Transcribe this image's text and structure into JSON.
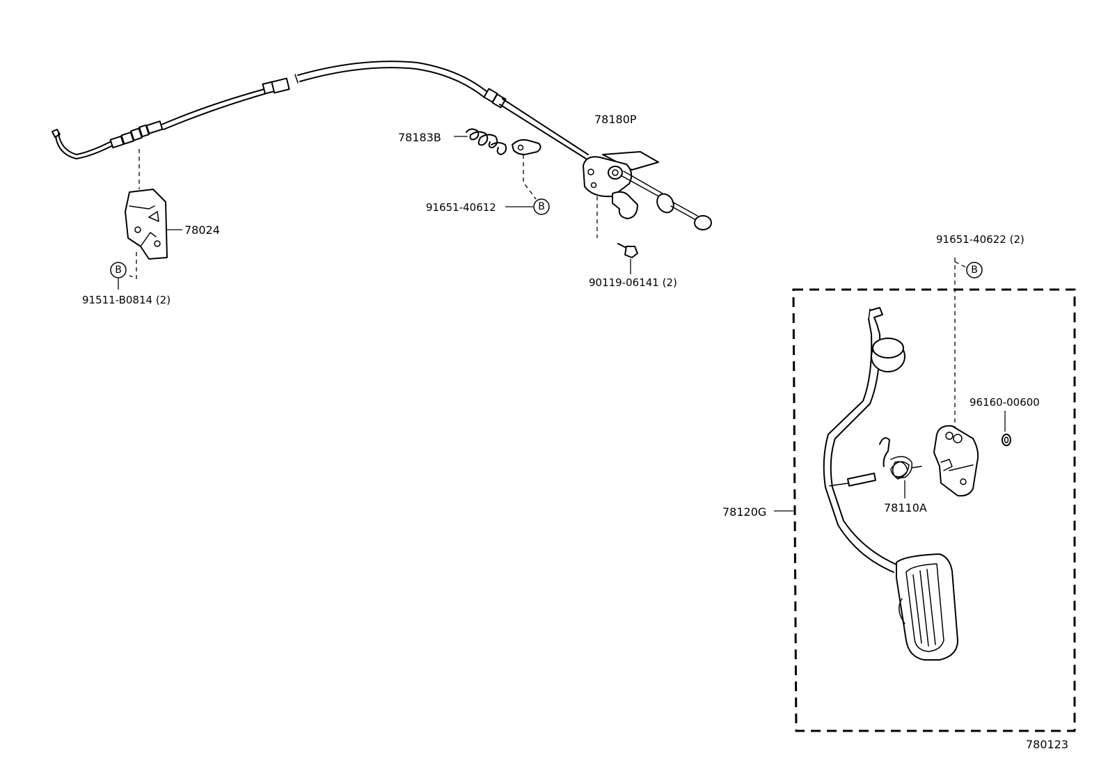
{
  "labels": {
    "cable": "78180P",
    "retainer": "78183B",
    "retainer_clip": "91651-40612",
    "cable_bolt": "90119-06141 (2)",
    "bracket": "78024",
    "bracket_bolt": "91511-B0814 (2)",
    "pedal_clip": "91651-40622 (2)",
    "bushing": "96160-00600",
    "spring": "78110A",
    "pedal_assy": "78120G",
    "diagram_number": "780123"
  },
  "markers": {
    "b1": "B",
    "b2": "B",
    "b3": "B"
  }
}
